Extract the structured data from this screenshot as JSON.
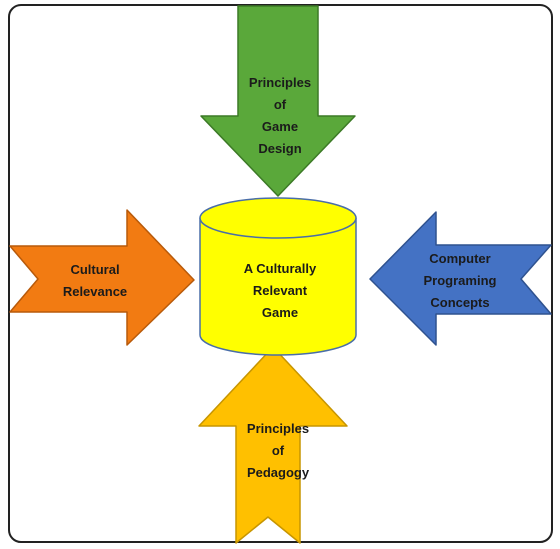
{
  "diagram": {
    "center": {
      "text": "A Culturally\nRelevant\nGame",
      "fill": "#ffff00",
      "stroke": "#4a6ea8"
    },
    "arrows": {
      "top": {
        "text": "Principles\nof\nGame\nDesign",
        "fill": "#5aa83a",
        "stroke": "#3c7a26"
      },
      "left": {
        "text": "Cultural\nRelevance",
        "fill": "#f27b12",
        "stroke": "#b85a0a"
      },
      "right": {
        "text": "Computer\nPrograming\nConcepts",
        "fill": "#4472c4",
        "stroke": "#2f528f"
      },
      "bottom": {
        "text": "Principles\nof\nPedagogy",
        "fill": "#ffc000",
        "stroke": "#c79500"
      }
    },
    "frame": {
      "stroke": "#222222"
    }
  }
}
